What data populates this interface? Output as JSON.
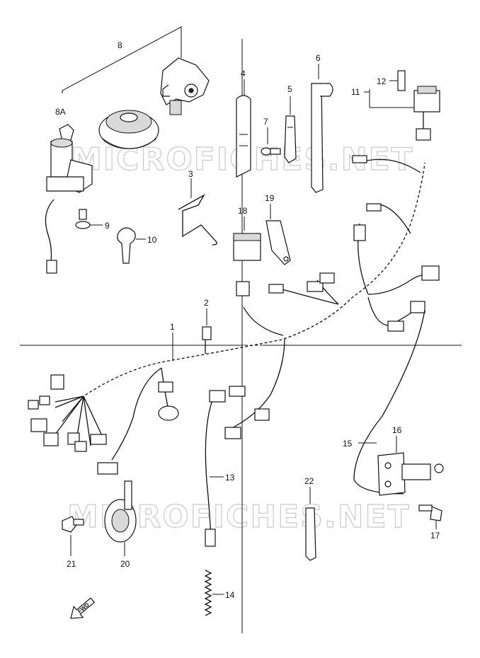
{
  "watermarks": [
    "MICROFICHES.NET",
    "MICROFICHES.NET"
  ],
  "fwd_label": "FWD",
  "labels": {
    "p1": "1",
    "p2": "2",
    "p3": "3",
    "p4": "4",
    "p5": "5",
    "p6": "6",
    "p7": "7",
    "p8": "8",
    "p8a": "8A",
    "p9": "9",
    "p10": "10",
    "p11": "11",
    "p12": "12",
    "p13": "13",
    "p14": "14",
    "p15": "15",
    "p16": "16",
    "p17": "17",
    "p18": "18",
    "p19": "19",
    "p20": "20",
    "p21": "21",
    "p22": "22"
  },
  "icons": {
    "fwd_arrow": "fwd-arrow-icon"
  }
}
